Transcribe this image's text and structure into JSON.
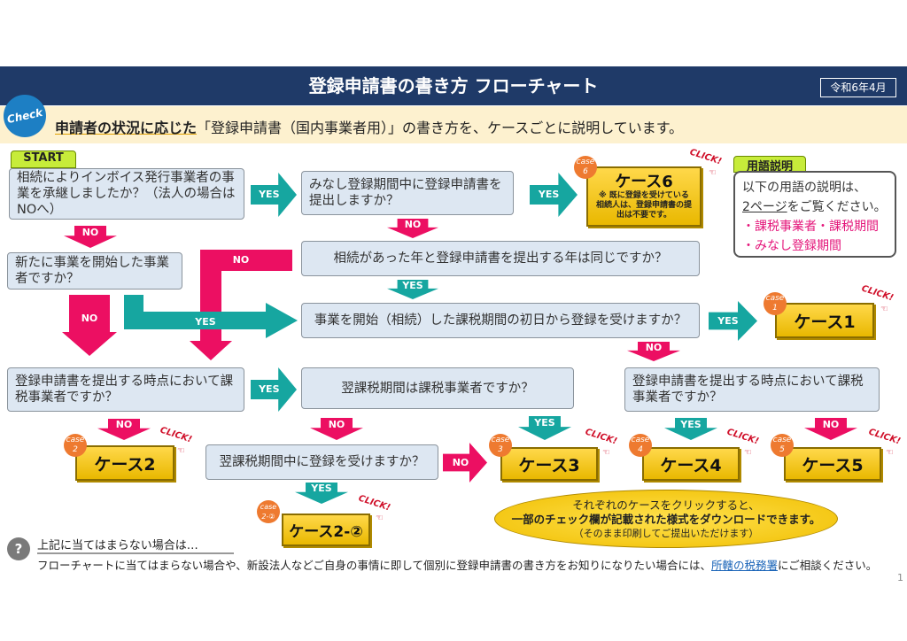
{
  "header": {
    "title": "登録申請書の書き方 フローチャート",
    "date": "令和6年4月",
    "check_badge": "Check"
  },
  "subheader": {
    "emphasis": "申請者の状況に応じた",
    "text": "「登録申請書（国内事業者用）」の書き方を、ケースごとに説明しています。"
  },
  "start_label": "START",
  "questions": {
    "q1": "相続によりインボイス発行事業者の事業を承継しましたか？（法人の場合はNOへ）",
    "q2": "みなし登録期間中に登録申請書を提出しますか？",
    "q3": "相続があった年と登録申請書を提出する年は同じですか？",
    "q4": "新たに事業を開始した事業者ですか？",
    "q5": "事業を開始（相続）した課税期間の初日から登録を受けますか？",
    "q6": "登録申請書を提出する時点において課税事業者ですか？",
    "q7": "翌課税期間は課税事業者ですか？",
    "q8": "登録申請書を提出する時点において課税事業者ですか？",
    "q9": "翌課税期間中に登録を受けますか？"
  },
  "arrows": {
    "yes": "YES",
    "no": "NO"
  },
  "cases": {
    "case6": {
      "label": "ケース6",
      "badge": "case 6",
      "note": "※ 既に登録を受けている相続人は、登録申請書の提出は不要です。"
    },
    "case1": {
      "label": "ケース1",
      "badge": "case 1"
    },
    "case2": {
      "label": "ケース2",
      "badge": "case 2"
    },
    "case3": {
      "label": "ケース3",
      "badge": "case 3"
    },
    "case4": {
      "label": "ケース4",
      "badge": "case 4"
    },
    "case5": {
      "label": "ケース5",
      "badge": "case 5"
    },
    "case2_2": {
      "label": "ケース2-②",
      "badge": "case 2-②"
    },
    "click": "CLICK!"
  },
  "glossary": {
    "tag": "用語説明",
    "line1": "以下の用語の説明は、",
    "link": "2ページ",
    "line2": "をご覧ください。",
    "item1": "・課税事業者・課税期間",
    "item2": "・みなし登録期間"
  },
  "callout": {
    "line1": "それぞれのケースをクリックすると、",
    "line2": "一部のチェック欄が記載された様式をダウンロードできます。",
    "line3": "（そのまま印刷してご提出いただけます）"
  },
  "footer": {
    "heading": "上記に当てはまらない場合は…",
    "text": "フローチャートに当てはまらない場合や、新設法人などご自身の事情に即して個別に登録申請書の書き方をお知りになりたい場合には、",
    "link": "所轄の税務署",
    "text_end": "にご相談ください。",
    "page": "1"
  },
  "colors": {
    "yes": "#16a6a0",
    "no": "#ec0f62",
    "case": "#f5c000",
    "header": "#1f3a68"
  }
}
